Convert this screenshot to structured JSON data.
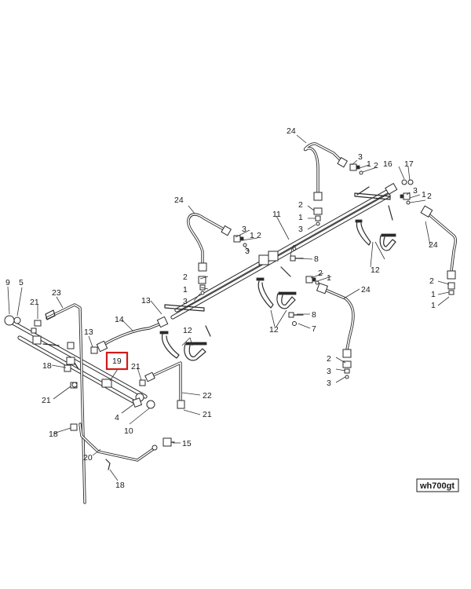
{
  "diagram": {
    "reference_code": "wh700gt",
    "highlighted_part": "19",
    "labels": {
      "l24a": "24",
      "l3a": "3",
      "l1a": "1",
      "l2a": "2",
      "l16": "16",
      "l17": "17",
      "l3b": "3",
      "l1b": "1",
      "l2b": "2",
      "l2c": "2",
      "l1c": "1",
      "l3c": "3",
      "l11": "11",
      "l24b": "24",
      "l3d": "3",
      "l1d": "1",
      "l2d": "2",
      "l24c": "24",
      "l12a": "12",
      "l2e": "2",
      "l1e": "1",
      "l3e": "3",
      "l6": "6",
      "l8a": "8",
      "l2f": "2",
      "l1f": "1",
      "l2g": "2",
      "l1g": "1",
      "l3g": "3",
      "l24d": "24",
      "l8b": "8",
      "l7": "7",
      "l12b": "12",
      "l13a": "13",
      "l14": "14",
      "l12c": "12",
      "l9": "9",
      "l5": "5",
      "l23": "23",
      "l21a": "21",
      "l13b": "13",
      "l18a": "18",
      "l19": "19",
      "l21b": "21",
      "l21c": "21",
      "l4": "4",
      "l10": "10",
      "l22": "22",
      "l21d": "21",
      "l18b": "18",
      "l20": "20",
      "l15": "15",
      "l18c": "18",
      "l2h": "2",
      "l1h": "1",
      "l3h": "3"
    }
  }
}
